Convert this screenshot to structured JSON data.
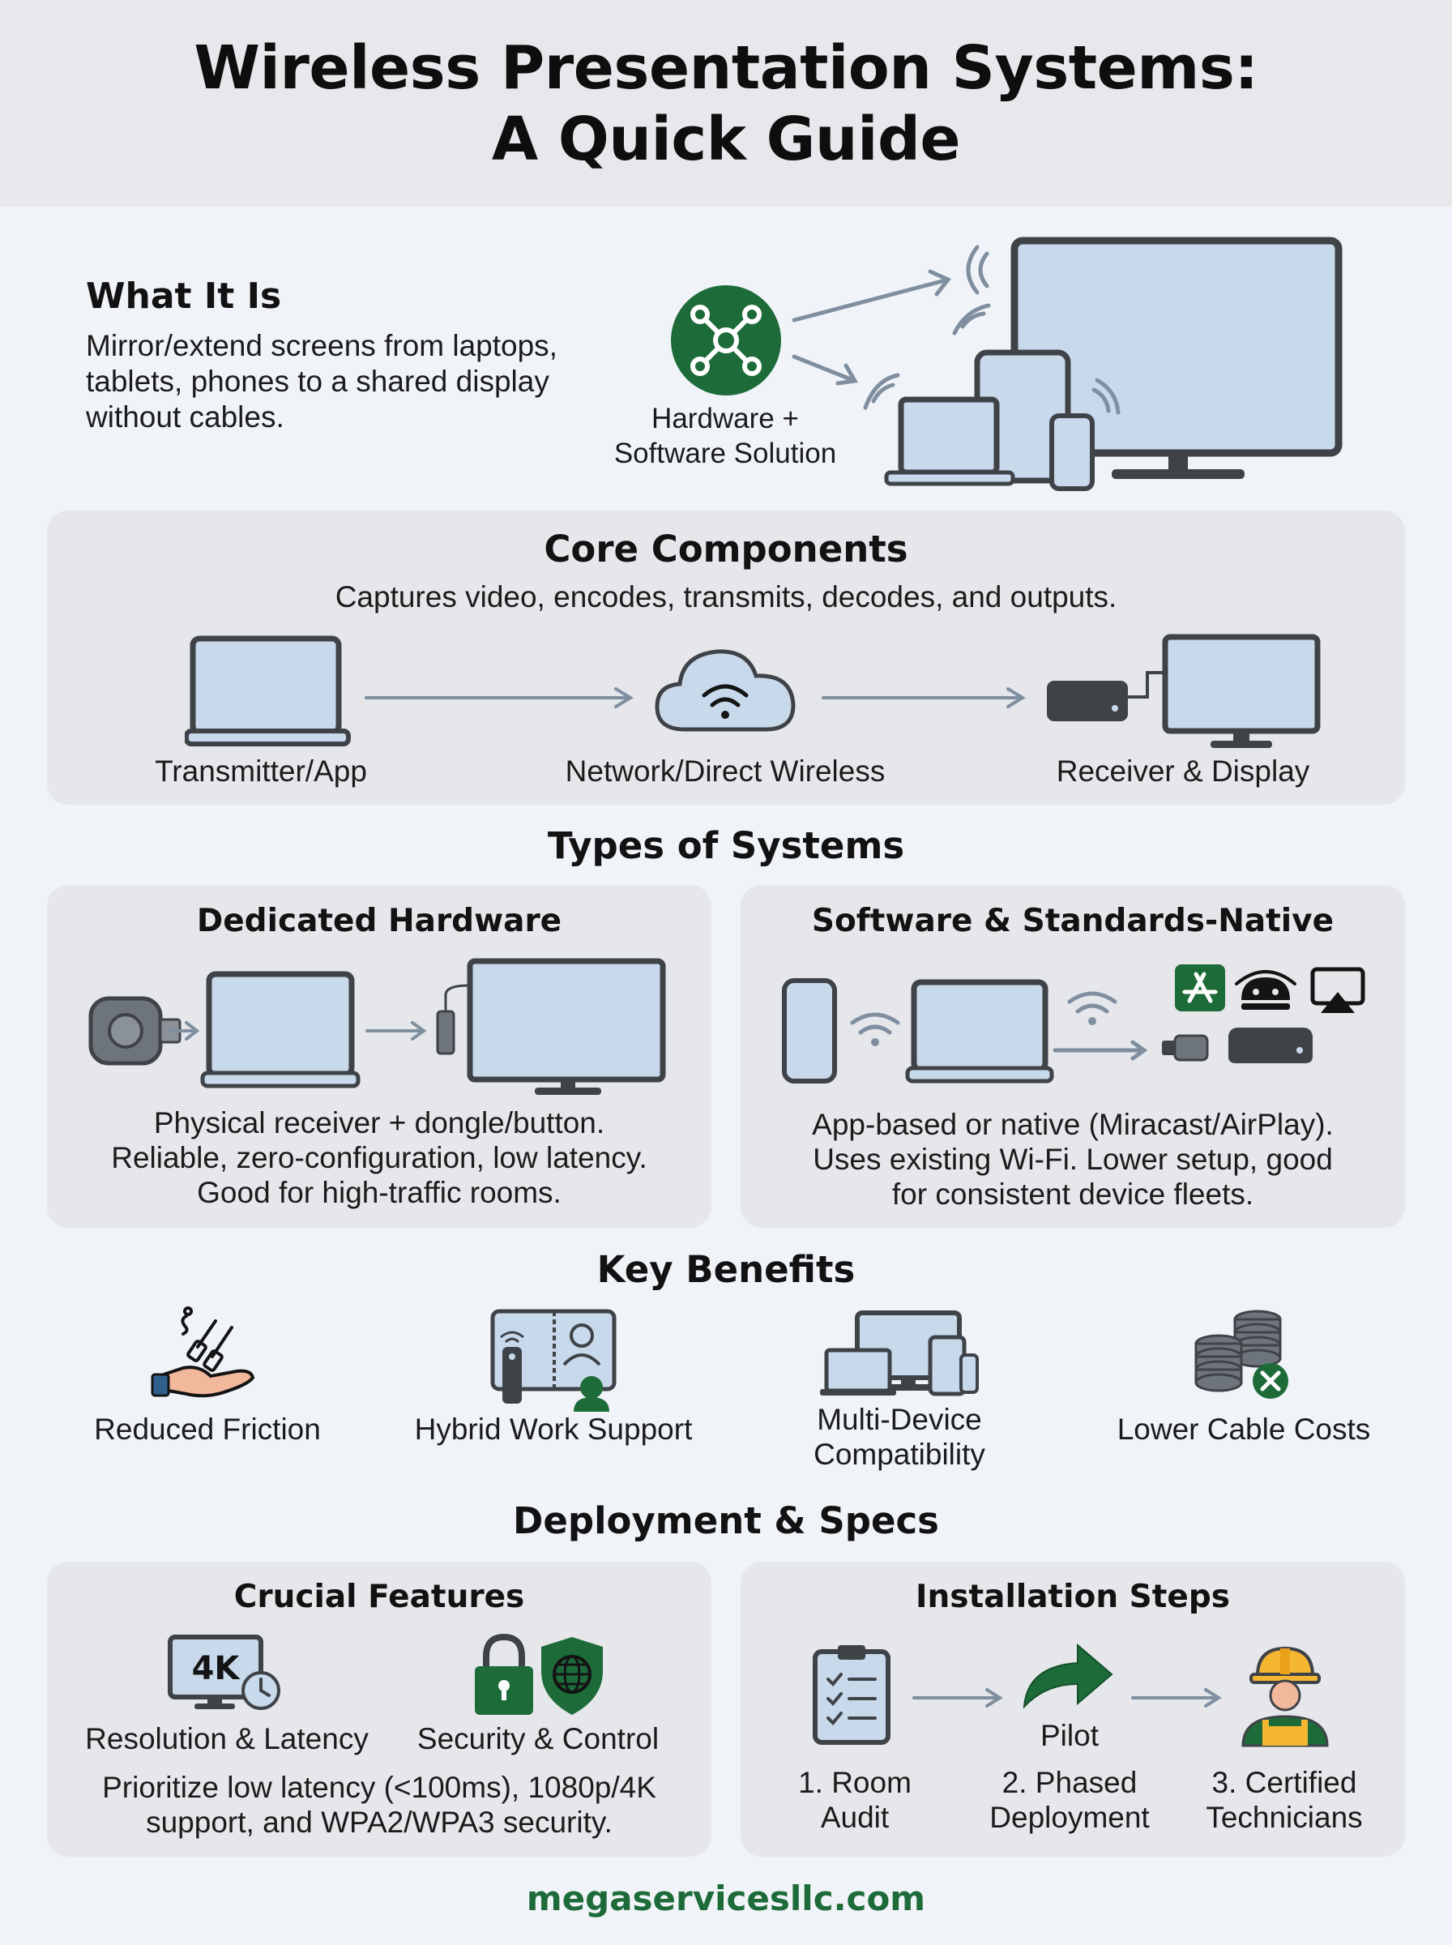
{
  "header": {
    "title_line1": "Wireless Presentation Systems:",
    "title_line2": "A Quick Guide"
  },
  "what_it_is": {
    "heading": "What It Is",
    "description": "Mirror/extend screens from laptops, tablets, phones to a shared display without cables.",
    "hub_label_line1": "Hardware +",
    "hub_label_line2": "Software Solution"
  },
  "core_components": {
    "heading": "Core Components",
    "subtitle": "Captures video, encodes, transmits, decodes, and outputs.",
    "steps": [
      {
        "label": "Transmitter/App"
      },
      {
        "label": "Network/Direct Wireless"
      },
      {
        "label": "Receiver & Display"
      }
    ]
  },
  "types": {
    "heading": "Types of Systems",
    "cards": [
      {
        "title": "Dedicated Hardware",
        "lines": [
          "Physical receiver + dongle/button.",
          "Reliable, zero-configuration, low latency.",
          "Good for high-traffic rooms."
        ]
      },
      {
        "title": "Software & Standards-Native",
        "lines": [
          "App-based or native (Miracast/AirPlay).",
          "Uses existing Wi-Fi. Lower setup, good",
          "for consistent device fleets."
        ]
      }
    ]
  },
  "benefits": {
    "heading": "Key Benefits",
    "items": [
      {
        "line1": "Reduced Friction",
        "line2": ""
      },
      {
        "line1": "Hybrid Work Support",
        "line2": ""
      },
      {
        "line1": "Multi-Device",
        "line2": "Compatibility"
      },
      {
        "line1": "Lower Cable Costs",
        "line2": ""
      }
    ]
  },
  "deployment": {
    "heading": "Deployment & Specs",
    "features": {
      "title": "Crucial Features",
      "badge_4k": "4K",
      "items": [
        "Resolution & Latency",
        "Security & Control"
      ],
      "note_line1": "Prioritize low latency (<100ms), 1080p/4K",
      "note_line2": "support, and WPA2/WPA3 security."
    },
    "install": {
      "title": "Installation Steps",
      "pilot_label": "Pilot",
      "steps": [
        {
          "line1": "1. Room",
          "line2": "Audit"
        },
        {
          "line1": "2. Phased",
          "line2": "Deployment"
        },
        {
          "line1": "3. Certified",
          "line2": "Technicians"
        }
      ]
    }
  },
  "footer": {
    "url": "megaservicesllc.com"
  },
  "colors": {
    "green": "#1e6b3a",
    "screen": "#c9d9ec",
    "frame": "#3f4348",
    "arrow": "#7f8fa0"
  }
}
